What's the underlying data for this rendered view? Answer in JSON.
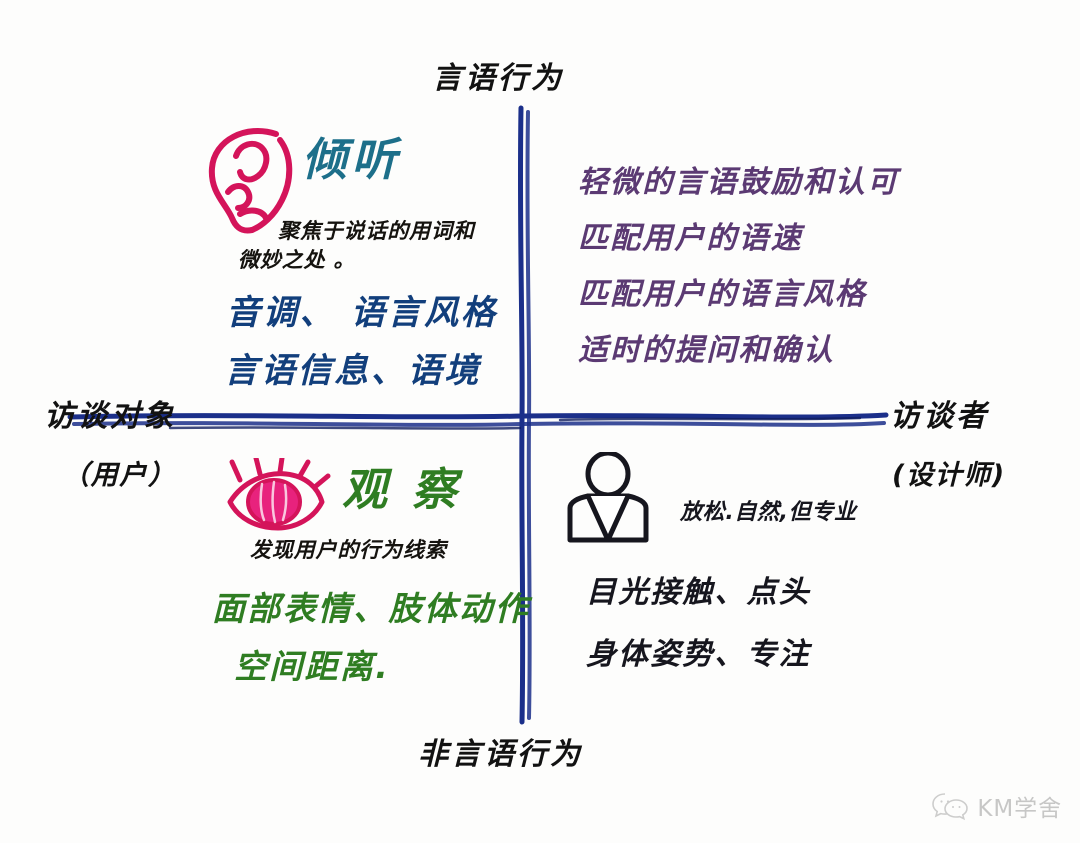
{
  "diagram": {
    "type": "two-axis-quadrant",
    "axes": {
      "vertical_top_label": "言语行为",
      "vertical_bottom_label": "非言语行为",
      "horizontal_left_label": "访谈对象",
      "horizontal_left_sublabel": "（用户）",
      "horizontal_right_label": "访谈者",
      "horizontal_right_sublabel": "(设计师)",
      "color": "#1b2f8a"
    },
    "quadrants": {
      "top_left": {
        "icon": "ear-icon",
        "icon_color": "#d4145a",
        "title": "倾听",
        "title_color": "#1d6f8a",
        "note_line_1": "聚焦于说话的用词和",
        "note_line_2": "微妙之处 。",
        "items": [
          "音调、 语言风格",
          "言语信息、语境"
        ],
        "items_color": "#123f7c"
      },
      "top_right": {
        "items": [
          "轻微的言语鼓励和认可",
          "匹配用户的语速",
          "匹配用户的语言风格",
          "适时的提问和确认"
        ],
        "items_color": "#5b3a73"
      },
      "bottom_left": {
        "icon": "eye-icon",
        "icon_color": "#d4145a",
        "title": "观 察",
        "title_color": "#2f7d22",
        "note_line_1": "发现用户的行为线索",
        "items": [
          "面部表情、肢体动作",
          "空间距离."
        ],
        "items_color": "#2f7d22"
      },
      "bottom_right": {
        "icon": "person-bust-icon",
        "icon_color": "#16161e",
        "note_line_1": "放松.自然,但专业",
        "items": [
          "目光接触、点头",
          "身体姿势、专注"
        ],
        "items_color": "#16161e"
      }
    }
  },
  "watermark": {
    "icon": "wechat-icon",
    "text": "KM学舍",
    "color": "#8d8d8d"
  }
}
